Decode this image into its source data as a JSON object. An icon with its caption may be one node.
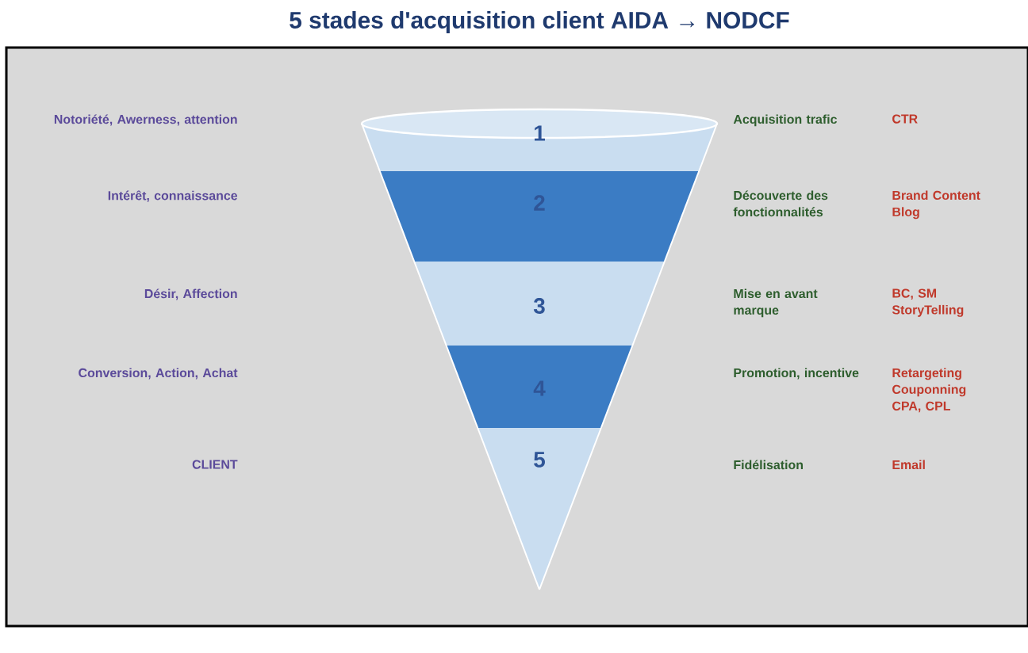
{
  "diagram": {
    "title": "5 stades d'acquisition client AIDA → NODCF",
    "nodes": [
      {
        "text": [
          "1"
        ]
      },
      {
        "text": [
          "2"
        ]
      },
      {
        "text": [
          "3"
        ]
      },
      {
        "text": [
          "4"
        ]
      },
      {
        "text": [
          "5"
        ]
      }
    ],
    "labels": [
      "Notoriété, Awerness, attention",
      "Acquisition trafic",
      "CTR",
      "Intérêt, connaissance",
      "Découverte des fonctionnalités",
      "Brand Content Blog",
      "Désir, Affection",
      "Mise en avant marque",
      "BC, SM StoryTelling",
      "Conversion, Action, Achat",
      "Promotion, incentive",
      "Retargeting Couponning CPA, CPL",
      "CLIENT",
      "Fidélisation",
      "Email"
    ]
  }
}
